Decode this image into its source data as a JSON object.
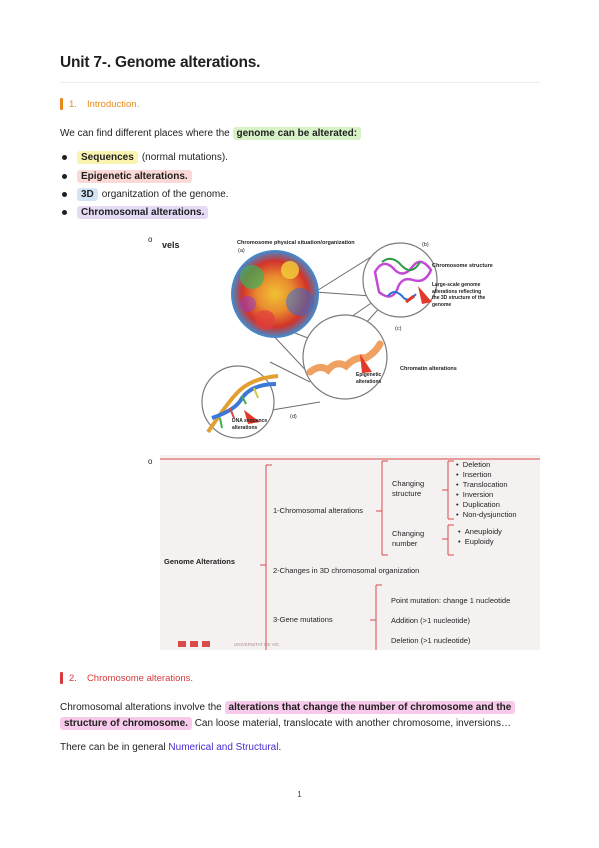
{
  "title": "Unit 7-. Genome alterations.",
  "colors": {
    "orange": "#e88a1a",
    "red": "#d73a3a",
    "yellow": "#fbf3b0",
    "green": "#d8f2c8",
    "pink": "#fbd9d6",
    "blue": "#d4e4f7",
    "purple": "#e5dbf7",
    "magenta": "#f7c9ea",
    "link": "#4a2bd0"
  },
  "section1": {
    "number": "1.",
    "title": "Introduction.",
    "intro": "We can find different places where the",
    "intro_hl": "genome can be alterated:",
    "bullets": [
      {
        "hl": "Sequences",
        "rest": "(normal mutations)."
      },
      {
        "hl": "Epigenetic alterations.",
        "rest": ""
      },
      {
        "hl": "3D",
        "rest": "organitzation of the genome."
      },
      {
        "hl": "Chromosomal alterations.",
        "rest": ""
      }
    ],
    "circle_bullet": "o"
  },
  "figure1": {
    "levels_label": "vels",
    "chrom_situation": "Chromosome physical situation/organization",
    "a": "(a)",
    "b": "(b)",
    "c": "(c)",
    "d": "(d)",
    "chrom_structure": "Chromosome structure",
    "largescale_1": "Large-scale genome",
    "largescale_2": "alterations reflecting",
    "largescale_3": "the 3D structure of the",
    "largescale_4": "genome",
    "chromatin_alt": "Chromatin alterations",
    "epigenetic_1": "Epigenetic",
    "epigenetic_2": "alterations",
    "dna_1": "DNA sequence",
    "dna_2": "alterations"
  },
  "figure2": {
    "root": "Genome Alterations",
    "branch1": "1-Chromosomal alterations",
    "branch2": "2-Changes in 3D chromosomal organization",
    "branch3": "3-Gene mutations",
    "cs_1": "Changing",
    "cs_2": "structure",
    "cn_1": "Changing",
    "cn_2": "number",
    "structure_items": [
      "Deletion",
      "Insertion",
      "Translocation",
      "Inversion",
      "Duplication",
      "Non-dysjunction"
    ],
    "number_items": [
      "Aneuploidy",
      "Euploidy"
    ],
    "gene_items": [
      "Point mutation: change 1 nucleotide",
      "Addition (>1 nucleotide)",
      "Deletion (>1 nucleotide)"
    ],
    "footer_logo": "UNIVERSITAT DE VIC"
  },
  "section2": {
    "number": "2.",
    "title": "Chromosome alterations.",
    "p1_start": "Chromosomal alterations involve the",
    "p1_hl_1": "alterations that change the number of chromosome and the",
    "p1_hl_2": "structure of chromosome.",
    "p1_end": "Can loose material, translocate with another chromosome, inversions…",
    "p2_start": "There can be in general",
    "p2_link": "Numerical and Structural",
    "p2_end": "."
  },
  "page_number": "1"
}
